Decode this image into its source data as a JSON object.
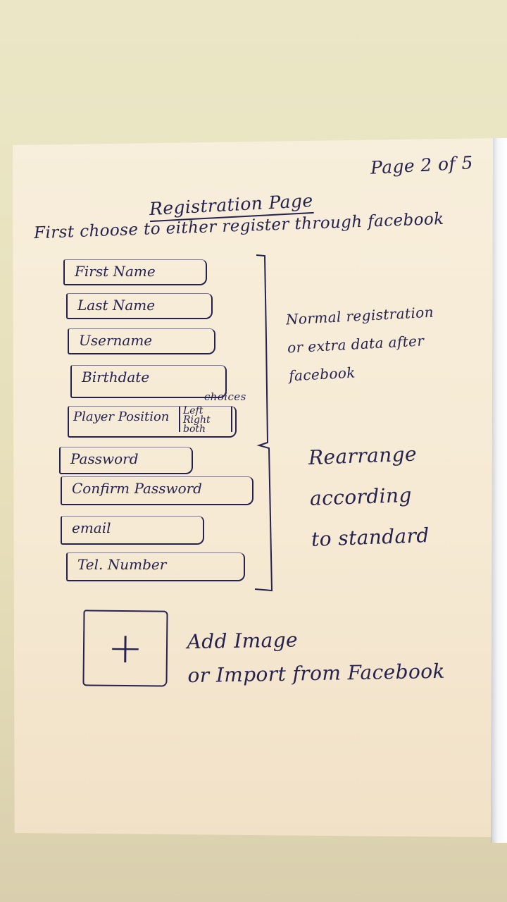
{
  "sketch": {
    "page_number": "Page 2 of 5",
    "title": "Registration Page",
    "subtitle": "First choose to either register through facebook"
  },
  "form": {
    "first_name": "First Name",
    "last_name": "Last Name",
    "username": "Username",
    "birthdate": "Birthdate",
    "player_position": {
      "label": "Player Position",
      "choices_note": "choices",
      "options": [
        "Left",
        "Right",
        "both"
      ]
    },
    "password": "Password",
    "confirm_password": "Confirm Password",
    "email": "email",
    "tel_number": "Tel. Number"
  },
  "notes": {
    "normal_registration": "Normal registration\nor extra data after\nfacebook",
    "rearrange": "Rearrange\naccording\nto standard"
  },
  "image": {
    "icon": "plus-icon",
    "add_image_note": "Add Image\nor Import from Facebook"
  }
}
